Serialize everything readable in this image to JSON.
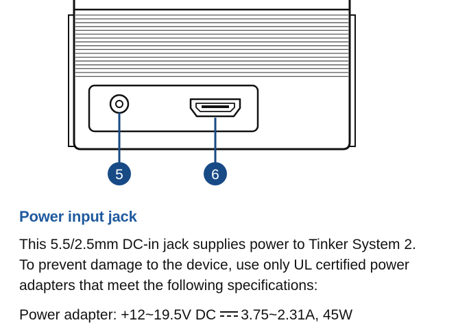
{
  "illustration": {
    "callouts": [
      {
        "number": "5",
        "target": "dc-power-jack"
      },
      {
        "number": "6",
        "target": "hdmi-port"
      }
    ],
    "callout_color": "#184a86"
  },
  "section": {
    "title": "Power input jack",
    "title_color": "#1f5a9e",
    "body_lines": [
      "This 5.5/2.5mm DC-in jack supplies power to Tinker System 2.",
      "To prevent damage to the device, use only UL certified power",
      "adapters that meet the following specifications:"
    ],
    "spec_prefix": "Power adapter: +12~19.5V DC",
    "spec_suffix": "3.75~2.31A, 45W"
  }
}
